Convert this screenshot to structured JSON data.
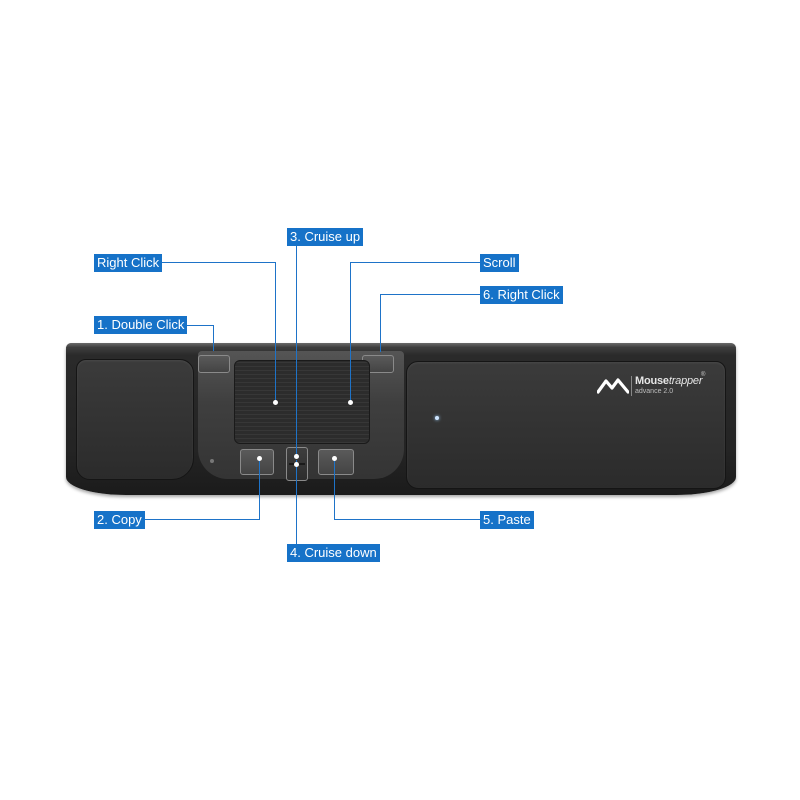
{
  "callouts": {
    "right_click_left": "Right Click",
    "double_click": "1. Double Click",
    "cruise_up": "3. Cruise up",
    "scroll": "Scroll",
    "right_click_6": "6. Right Click",
    "copy": "2. Copy",
    "cruise_down": "4. Cruise down",
    "paste": "5. Paste"
  },
  "logo": {
    "name_bold": "Mouse",
    "name_light": "trapper",
    "registered": "®",
    "subtitle": "advance 2.0"
  },
  "colors": {
    "label_background": "#1672c8",
    "leader_line": "#1e73c8",
    "device_body": "#2a2a2a"
  }
}
